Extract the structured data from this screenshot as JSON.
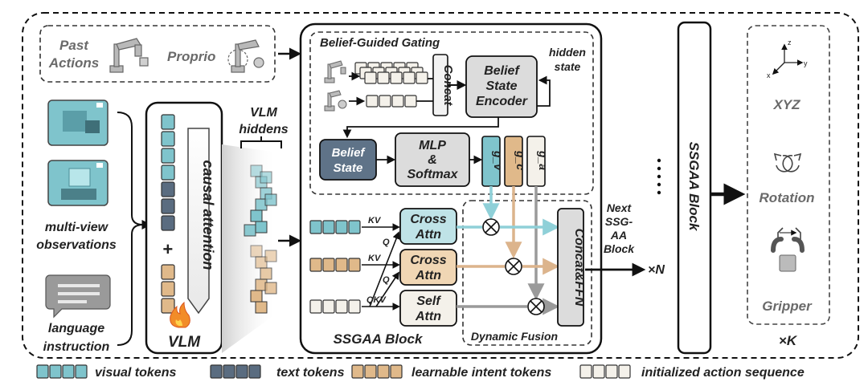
{
  "inputs": {
    "past_actions": [
      "Past",
      "Actions"
    ],
    "proprio": "Proprio",
    "observations": [
      "multi-view",
      "observations"
    ],
    "instruction": [
      "language",
      "instruction"
    ]
  },
  "vlm": {
    "title": "VLM",
    "causal_attention": "causal attention",
    "hiddens": [
      "VLM",
      "hiddens"
    ],
    "plus": "+"
  },
  "gating": {
    "title": "Belief-Guided Gating",
    "concat": "Concat",
    "hidden_state": [
      "hidden",
      "state"
    ],
    "encoder": [
      "Belief",
      "State",
      "Encoder"
    ],
    "belief_state": [
      "Belief",
      "State"
    ],
    "mlp": [
      "MLP",
      "&",
      "Softmax"
    ],
    "gates": [
      "g_v",
      "g_c",
      "g_a"
    ]
  },
  "ssgaa": {
    "title": "SSGAA Block",
    "cross_attn": [
      "Cross",
      "Attn"
    ],
    "self_attn": [
      "Self",
      "Attn"
    ],
    "kv": "KV",
    "q": "Q",
    "qkv": "QKV",
    "concat_ffn": "Concat&FFN",
    "dynamic_fusion": "Dynamic Fusion",
    "next_block": [
      "Next",
      "SSG-",
      "AA",
      "Block"
    ],
    "times_n": "×N",
    "stack_label": "SSGAA Block"
  },
  "outputs": {
    "xyz": "XYZ",
    "rotation": "Rotation",
    "gripper": "Gripper",
    "times_k": "×K",
    "axes": [
      "z",
      "y",
      "x"
    ]
  },
  "legend": [
    {
      "label": "visual tokens",
      "color": "#7fc4cc"
    },
    {
      "label": "text tokens",
      "color": "#5a6c80"
    },
    {
      "label": "learnable intent tokens",
      "color": "#e0b98a"
    },
    {
      "label": "initialized action sequence",
      "color": "#f4f1ea"
    }
  ],
  "colors": {
    "visual": "#7fc4cc",
    "text": "#5a6c80",
    "intent": "#e0b98a",
    "action": "#f4f1ea",
    "teal_arrow": "#8fd0d8",
    "tan_arrow": "#dcb48c",
    "gray_arrow": "#9a9a9a"
  }
}
